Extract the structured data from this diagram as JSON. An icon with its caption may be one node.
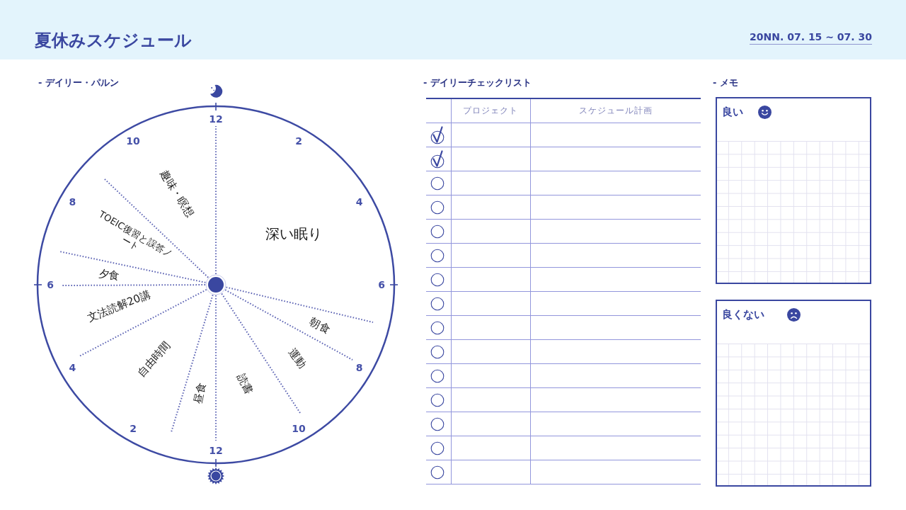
{
  "diagram": {
    "title": "夏休みスケジュール",
    "nodes": [
      {
        "text": [
          "12",
          "2",
          "4",
          "6",
          "8",
          "10",
          "12",
          "2",
          "4",
          "6",
          "8",
          "10",
          "深い眠り",
          "朝食",
          "運動",
          "読書",
          "昼食",
          "自由時間",
          "文法読解20講",
          "夕食",
          "TOEIC復習と誤答ノート",
          "趣味・瞑想"
        ]
      },
      {
        "text": [
          "良い"
        ]
      },
      {
        "text": [
          "良くない"
        ]
      }
    ],
    "labels": [
      "20NN. 07. 15 ~ 07. 30",
      "- デイリー・パルン",
      "- デイリーチェックリスト",
      "- メモ",
      "プロジェクト",
      "スケジュール計画"
    ]
  }
}
